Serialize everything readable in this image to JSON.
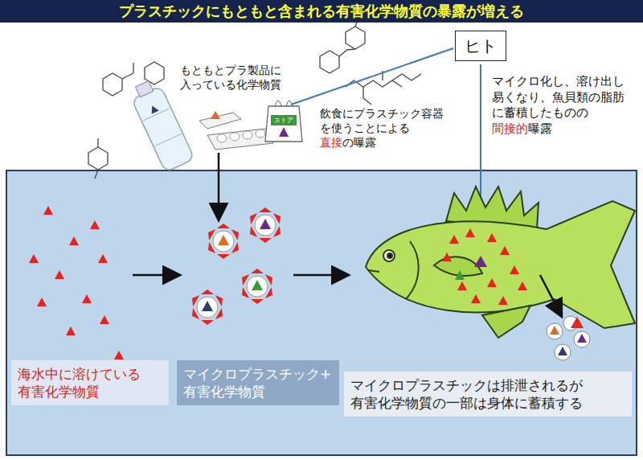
{
  "diagram": {
    "title": "プラスチックにもともと含まれる有害化学物質の暴露が増える",
    "nodes": [
      {
        "text": [
          "ヒト"
        ]
      },
      {
        "text": [
          "海水中に溶けている 有害化学物質"
        ]
      },
      {
        "text": [
          "マイクロプラスチック+ 有害化学物質"
        ]
      },
      {
        "text": [
          "マイクロプラスチックは排泄されるが 有害化学物質の一部は身体に蓄積する"
        ]
      }
    ],
    "labels": [
      "もともとプラ製品に 入っている化学物質",
      "飲食にプラスチック容器 を使うことによる",
      "直接",
      "の曝露",
      "マイクロ化し、溶け出し 易くなり、魚貝類の脂肪 に蓄積したものの",
      "間接的",
      "曝露",
      "ストア"
    ]
  }
}
